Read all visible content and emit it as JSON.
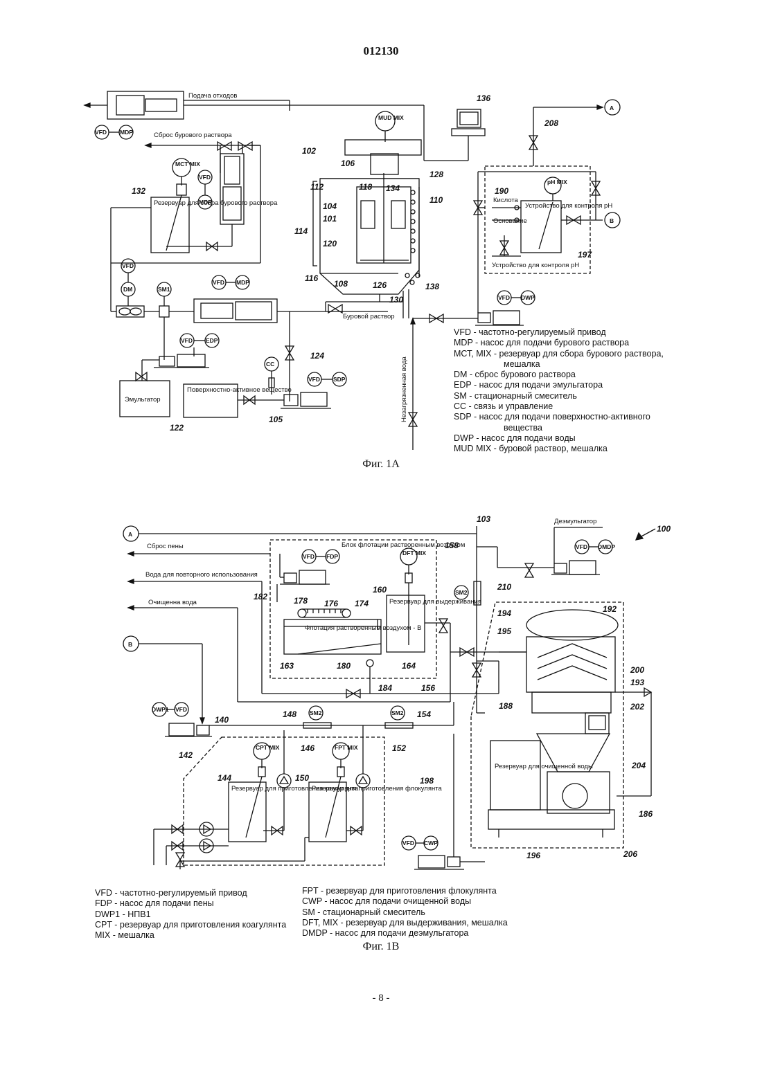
{
  "page": {
    "document_number": "012130",
    "footer": "- 8 -"
  },
  "figure_1a": {
    "caption": "Фиг. 1А",
    "labels": {
      "waste_feed": "Подача отходов",
      "drill_fluid_discharge": "Сброс бурового раствора",
      "mct_tank": "Резервуар для сбора бурового раствора",
      "drilling_fluid": "Буровой раствор",
      "emulsifier": "Эмульгатор",
      "surfactant": "Поверхностно-активное вещество",
      "clean_water": "Незагрязненная вода",
      "acid": "Кислота",
      "caustic": "Основание",
      "ph_device": "Устройство для контроля pH",
      "ph_device_2": "Устройство для контроля pH"
    },
    "tags": {
      "vfd": "VFD",
      "mdp": "MDP",
      "mct_mix": "MCT MIX",
      "mud_mix": "MUD MIX",
      "dm": "DM",
      "sm1": "SM1",
      "edp": "EDP",
      "cc": "CC",
      "sdp": "SDP",
      "dwp": "DWP",
      "ph_mix": "pH MIX",
      "a": "A",
      "b": "B"
    },
    "numbers": {
      "n102": "102",
      "n106": "106",
      "n128": "128",
      "n136": "136",
      "n208": "208",
      "n112": "112",
      "n118": "118",
      "n134": "134",
      "n110": "110",
      "n104": "104",
      "n101": "101",
      "n114": "114",
      "n120": "120",
      "n116": "116",
      "n108": "108",
      "n126": "126",
      "n130": "130",
      "n138": "138",
      "n132": "132",
      "n124": "124",
      "n105": "105",
      "n122": "122",
      "n190": "190",
      "n197": "197"
    },
    "legend": [
      "VFD - частотно-регулируемый привод",
      "MDP - насос для подачи бурового раствора",
      "МСТ, MIX - резервуар для сбора бурового раствора,",
      "мешалка",
      "DM - сброс бурового раствора",
      "EDP - насос для подачи эмульгатора",
      "SM -  стационарный смеситель",
      "СС - связь и управление",
      "SDP - насос для подачи поверхностно-активного",
      "вещества",
      "DWP - насос для подачи воды",
      "MUD MIX - буровой раствор, мешалка"
    ]
  },
  "figure_1b": {
    "caption": "Фиг. 1В",
    "labels": {
      "foam_discharge": "Сброс пены",
      "reuse_water": "Вода для повторного использования",
      "treated_water": "Очищенна вода",
      "daf_block": "Блок флотации растворенным воздухом",
      "daf_b": "Флотация растворенным воздухом - В",
      "holding_tank": "Резервуар для выдерживания",
      "demulsifier": "Деэмульгатор",
      "coag_tank": "Резервуар для приготовления коагулянта",
      "floc_tank": "Резервуар для приготовления флокулянта",
      "clean_water_tank": "Резервуар для очищенной воды"
    },
    "tags": {
      "vfd": "VFD",
      "fdp": "FDP",
      "dft_mix": "DFT MIX",
      "dmdp": "DMDP",
      "sm2": "SM2",
      "dwp1": "DWP1",
      "cpt_mix": "CPT MIX",
      "fpt_mix": "FPT MIX",
      "cwp": "CWP",
      "a": "A",
      "b": "B"
    },
    "numbers": {
      "n103": "103",
      "n100": "100",
      "n158": "158",
      "n160": "160",
      "n210": "210",
      "n182": "182",
      "n178": "178",
      "n176": "176",
      "n174": "174",
      "n194": "194",
      "n192": "192",
      "n195": "195",
      "n163": "163",
      "n180": "180",
      "n164": "164",
      "n200": "200",
      "n193": "193",
      "n184": "184",
      "n156": "156",
      "n202": "202",
      "n188": "188",
      "n140": "140",
      "n148": "148",
      "n154": "154",
      "n142": "142",
      "n146": "146",
      "n152": "152",
      "n144": "144",
      "n150": "150",
      "n204": "204",
      "n198": "198",
      "n186": "186",
      "n196": "196",
      "n206": "206"
    },
    "legend_left": [
      "VFD - частотно-регулируемый привод",
      "FDP - насос для подачи пены",
      "DWP1 - НПВ1",
      "CPT - резервуар для приготовления коагулянта",
      "MIX - мешалка"
    ],
    "legend_right": [
      "FPT - резервуар для приготовления флокулянта",
      "CWP - насос для подачи очищенной воды",
      "SM - стационарный смеситель",
      "DFT, MIX - резервуар для выдерживания, мешалка",
      "DMDP - насос для подачи деэмульгатора"
    ]
  }
}
